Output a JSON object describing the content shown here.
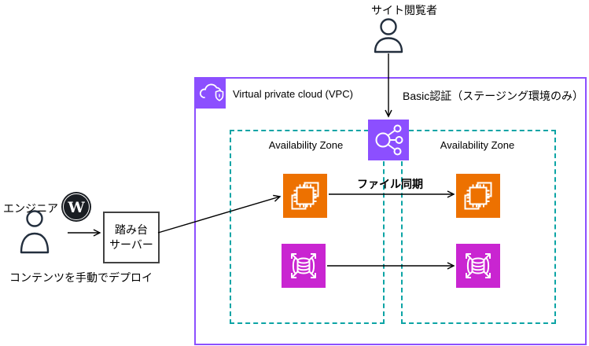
{
  "labels": {
    "site_viewer": "サイト閲覧者",
    "vpc": "Virtual private cloud (VPC)",
    "basic_auth": "Basic認証（ステージング環境のみ）",
    "az_left": "Availability Zone",
    "az_right": "Availability Zone",
    "file_sync": "ファイル同期",
    "engineer": "エンジニア",
    "bastion_line1": "踏み台",
    "bastion_line2": "サーバー",
    "deploy": "コンテンツを手動でデプロイ",
    "wordpress_letter": "W"
  },
  "icons": {
    "site_viewer": "user-icon",
    "engineer": "user-icon",
    "wordpress": "wordpress-icon",
    "vpc": "vpc-cloud-shield-icon",
    "load_balancer": "elastic-load-balancer-icon",
    "ec2": "ec2-instances-icon",
    "database": "aurora-database-icon"
  },
  "colors": {
    "vpc_purple": "#8C4FFF",
    "elb_purple": "#8C4FFF",
    "ec2_orange": "#ED7100",
    "db_magenta": "#C925D1",
    "az_teal": "#0CA4A5",
    "person_navy": "#232F3E",
    "arrow_black": "#000000"
  }
}
